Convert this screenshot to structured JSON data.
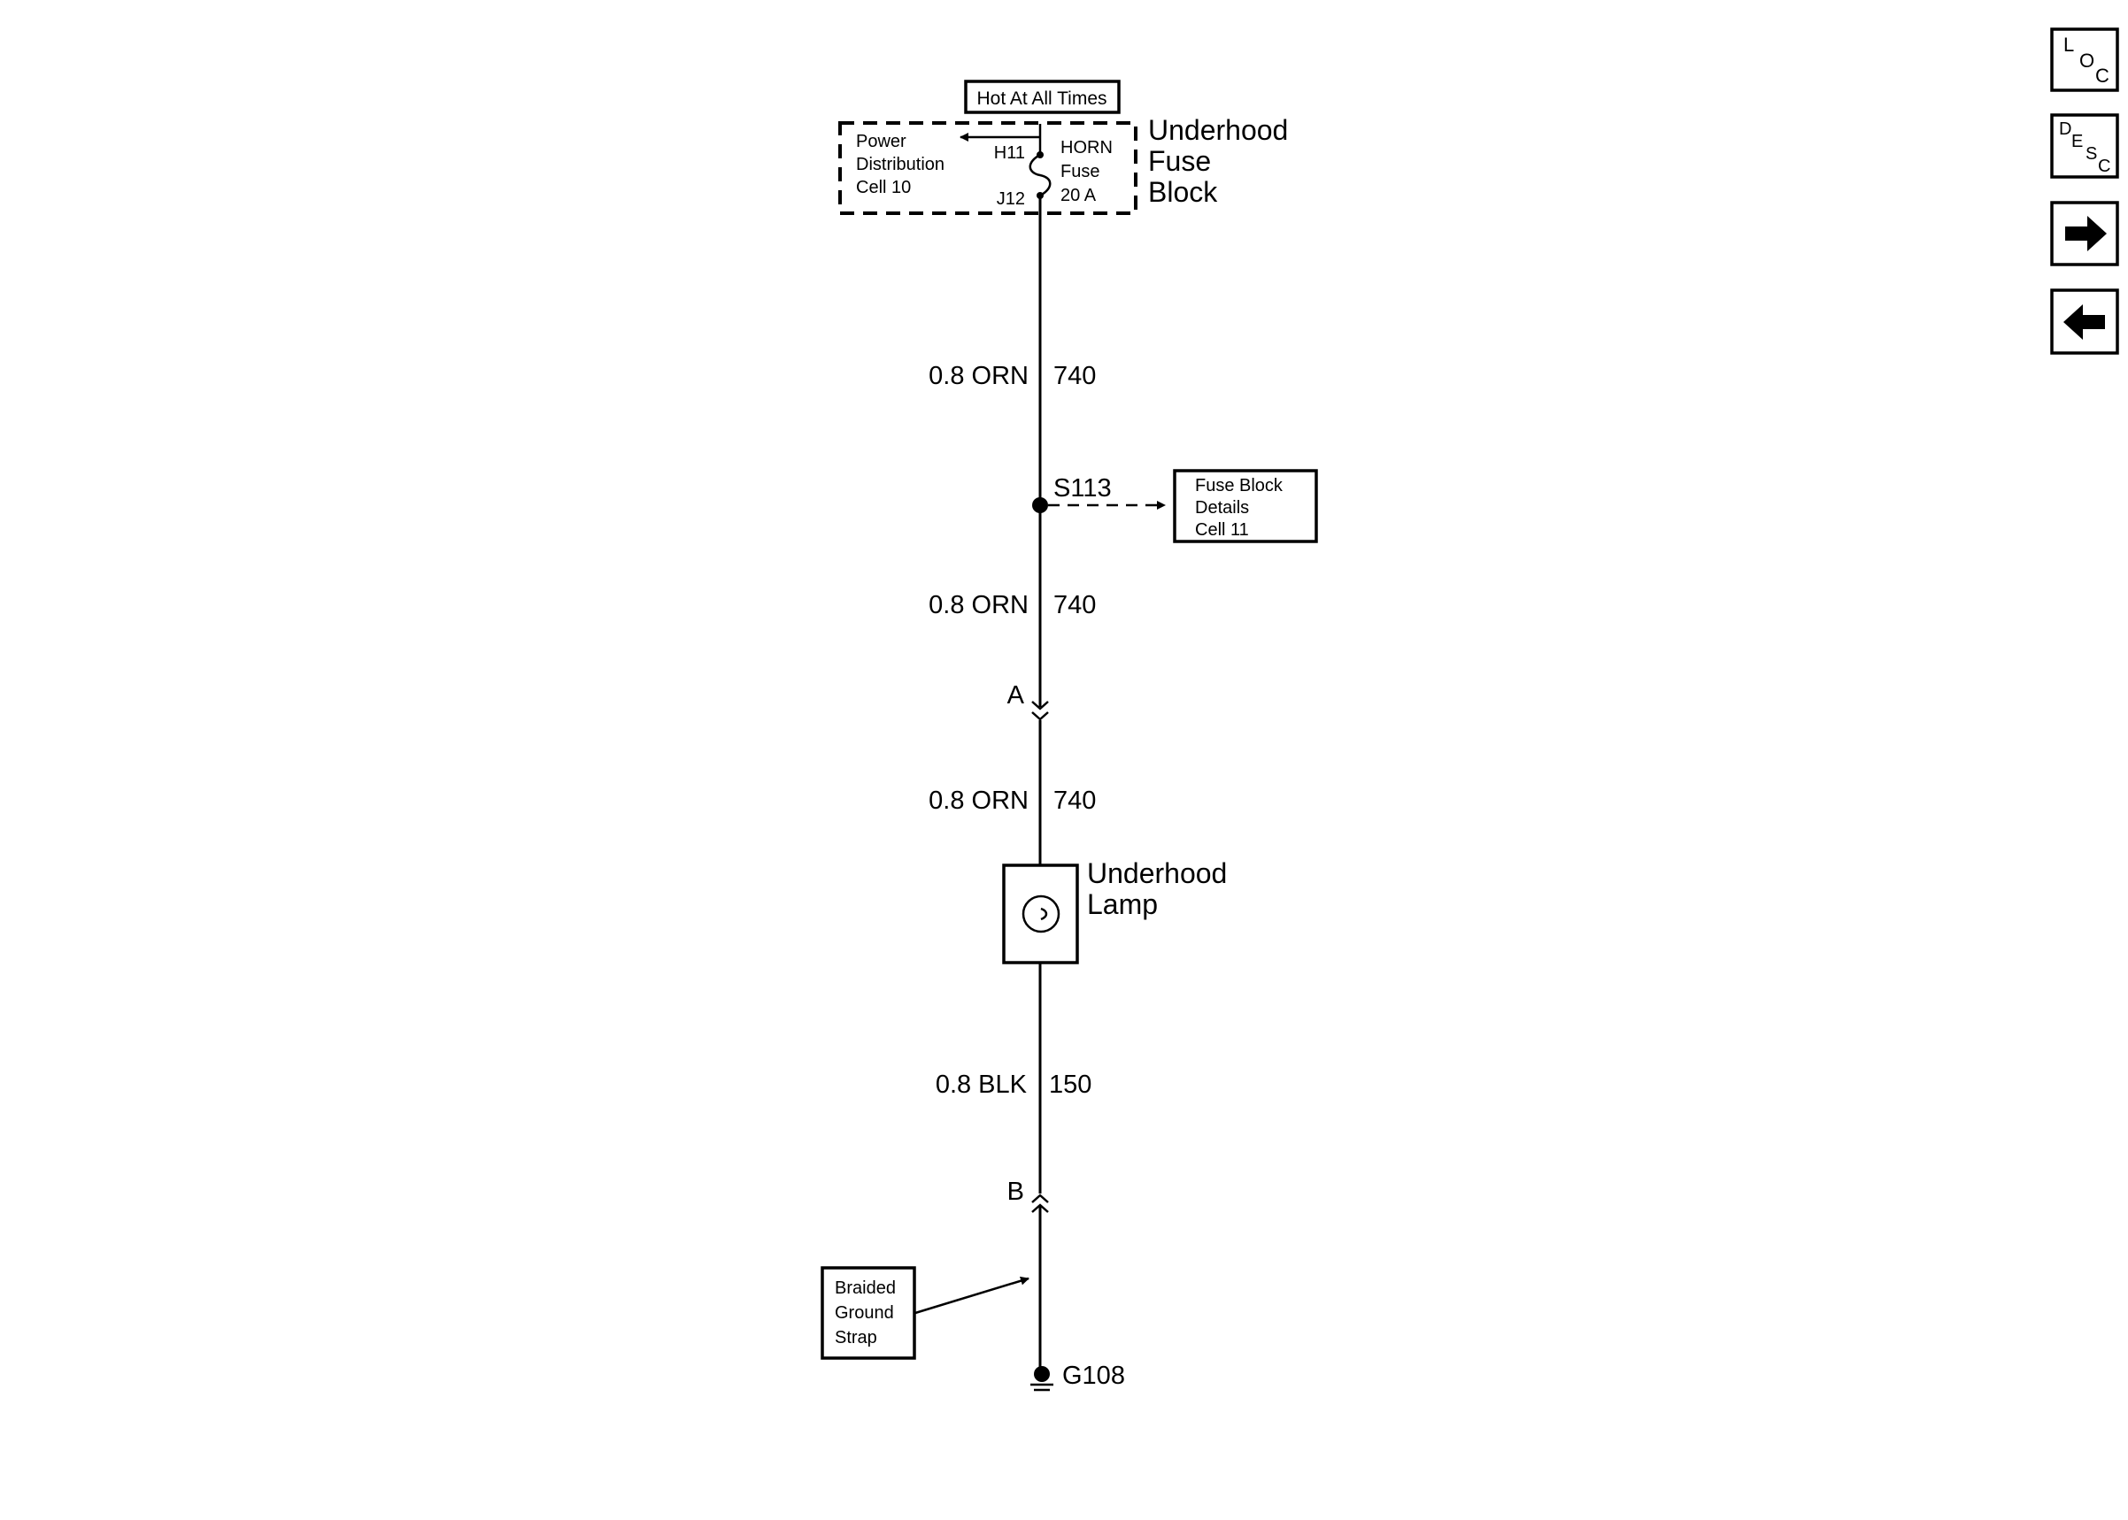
{
  "supply": {
    "label": "Hot At All Times"
  },
  "fuse_block": {
    "name_lines": [
      "Underhood",
      "Fuse",
      "Block"
    ],
    "ref_lines": [
      "Power",
      "Distribution",
      "Cell 10"
    ],
    "fuse_lines": [
      "HORN",
      "Fuse",
      "20 A"
    ],
    "pin_in": "H11",
    "pin_out": "J12"
  },
  "wires": [
    {
      "gauge_color": "0.8 ORN",
      "circuit": "740"
    },
    {
      "gauge_color": "0.8 ORN",
      "circuit": "740"
    },
    {
      "gauge_color": "0.8 ORN",
      "circuit": "740"
    },
    {
      "gauge_color": "0.8 BLK",
      "circuit": "150"
    }
  ],
  "splice": {
    "id": "S113",
    "ref_lines": [
      "Fuse Block",
      "Details",
      "Cell 11"
    ]
  },
  "connectors": {
    "top": "A",
    "bottom": "B"
  },
  "lamp": {
    "name_lines": [
      "Underhood",
      "Lamp"
    ]
  },
  "ground_strap": {
    "lines": [
      "Braided",
      "Ground",
      "Strap"
    ]
  },
  "ground": {
    "id": "G108"
  },
  "nav": {
    "loc": {
      "l": "L",
      "o": "O",
      "c": "C"
    },
    "desc": {
      "d": "D",
      "e": "E",
      "s": "S",
      "c": "C"
    }
  }
}
